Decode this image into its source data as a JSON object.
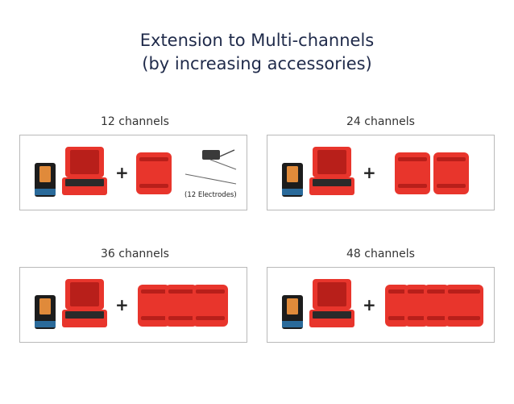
{
  "title": {
    "line1": "Extension to Multi-channels",
    "line2": "(by increasing accessories)"
  },
  "colors": {
    "title": "#1f2a4a",
    "case_red": "#e8352c",
    "case_dark_red": "#b81f1a",
    "border": "#b9b9b9"
  },
  "plus_sign": "+",
  "configurations": [
    {
      "label": "12 channels",
      "extension_modules": 1,
      "note": "(12 Electrodes)"
    },
    {
      "label": "24 channels",
      "extension_modules": 2
    },
    {
      "label": "36 channels",
      "extension_modules": 3
    },
    {
      "label": "48 channels",
      "extension_modules": 4
    }
  ]
}
